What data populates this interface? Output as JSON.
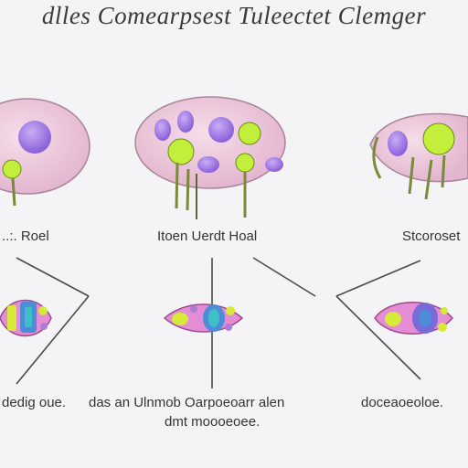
{
  "title": "dlles Comearpsest Tuleectet Clemger",
  "cell_labels": [
    "..:. Roel",
    "Itoen Uerdt Hoal",
    "Stcoroset"
  ],
  "bottom_labels": [
    "dedig oue.",
    "das an Ulnmob Oarpoeoarr alen",
    "doceaoeoloe."
  ],
  "bottom_sublabel": "dmt moooeoee.",
  "colors": {
    "background": "#f4f4f6",
    "cell_body": "#ecc8dd",
    "nucleus_purple": "#9a73e0",
    "organelle_green": "#bdee3a",
    "cell_outline": "#9f7a94",
    "line": "#444444"
  },
  "icons": [
    "cell-icon",
    "nucleus-icon",
    "organelle-icon",
    "stalk-icon",
    "leaf-cell-icon",
    "arrow-line-icon"
  ]
}
